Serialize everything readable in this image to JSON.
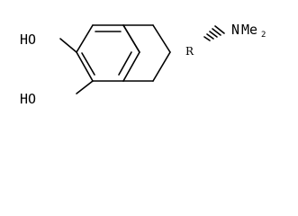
{
  "molecule": {
    "labels": {
      "hydroxyl_top": "HO",
      "hydroxyl_bottom": "HO",
      "amine_n": "N",
      "amine_me": "Me",
      "amine_count": "2",
      "stereo_descriptor": "R"
    }
  }
}
